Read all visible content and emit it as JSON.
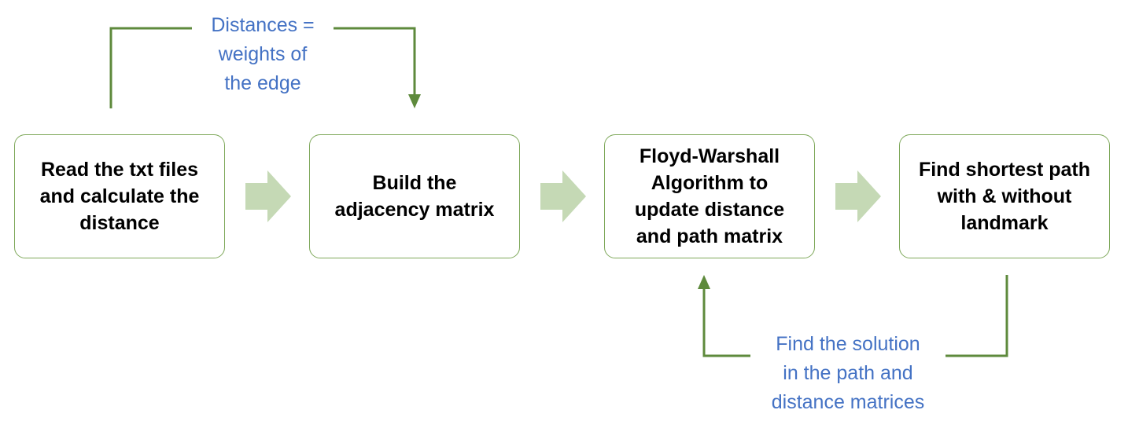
{
  "steps": [
    {
      "label": "Read the txt files\nand calculate the\ndistance"
    },
    {
      "label": "Build the\nadjacency matrix"
    },
    {
      "label": "Floyd-Warshall\nAlgorithm to\nupdate distance\nand path matrix"
    },
    {
      "label": "Find shortest path\nwith & without\nlandmark"
    }
  ],
  "notes": {
    "top": "Distances =\nweights of\nthe edge",
    "bottom": "Find the solution\nin the path and\ndistance matrices"
  },
  "colors": {
    "box_border": "#7ea85a",
    "flow_arrow": "#c5d9b5",
    "connector": "#5e8a3c",
    "note_text": "#4472c4"
  }
}
